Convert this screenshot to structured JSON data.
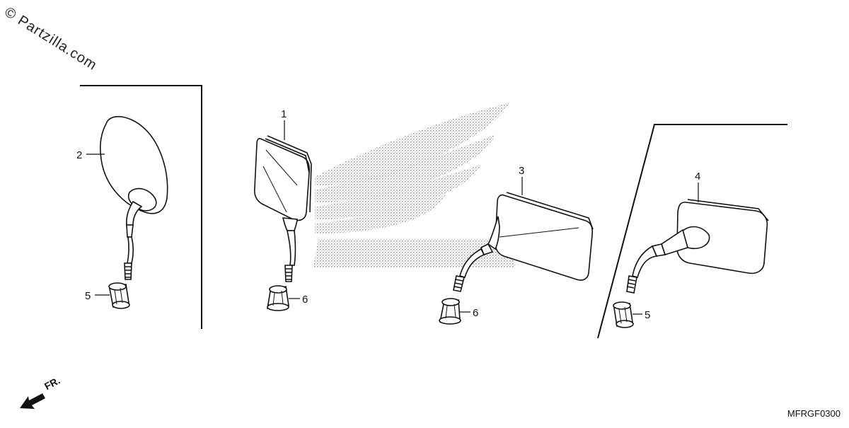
{
  "watermark": "© Partzilla.com",
  "diagram_code": "MFRGF0300",
  "front_indicator": "FR.",
  "callouts": [
    "1",
    "2",
    "3",
    "4",
    "5",
    "5",
    "6",
    "6"
  ],
  "colors": {
    "line": "#111111",
    "logo_dots": "#9a9a9a"
  }
}
